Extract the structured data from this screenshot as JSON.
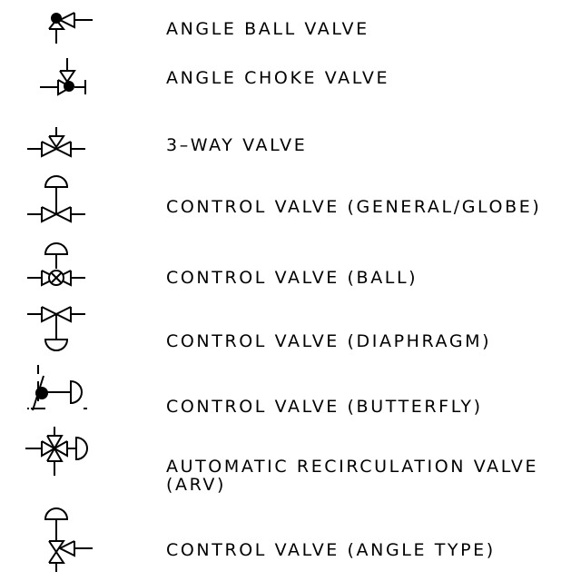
{
  "legend": {
    "items": [
      {
        "label": "ANGLE BALL VALVE",
        "icon": "angle-ball-valve-icon"
      },
      {
        "label": "ANGLE CHOKE VALVE",
        "icon": "angle-choke-valve-icon"
      },
      {
        "label": "3–WAY VALVE",
        "icon": "three-way-valve-icon"
      },
      {
        "label": "CONTROL VALVE (GENERAL/GLOBE)",
        "icon": "control-valve-globe-icon"
      },
      {
        "label": "CONTROL VALVE (BALL)",
        "icon": "control-valve-ball-icon"
      },
      {
        "label": "CONTROL VALVE (DIAPHRAGM)",
        "icon": "control-valve-diaphragm-icon"
      },
      {
        "label": "CONTROL VALVE (BUTTERFLY)",
        "icon": "control-valve-butterfly-icon"
      },
      {
        "label": "AUTOMATIC RECIRCULATION VALVE\n(ARV)",
        "icon": "automatic-recirculation-valve-icon"
      },
      {
        "label": "CONTROL VALVE (ANGLE TYPE)",
        "icon": "control-valve-angle-type-icon"
      }
    ]
  }
}
